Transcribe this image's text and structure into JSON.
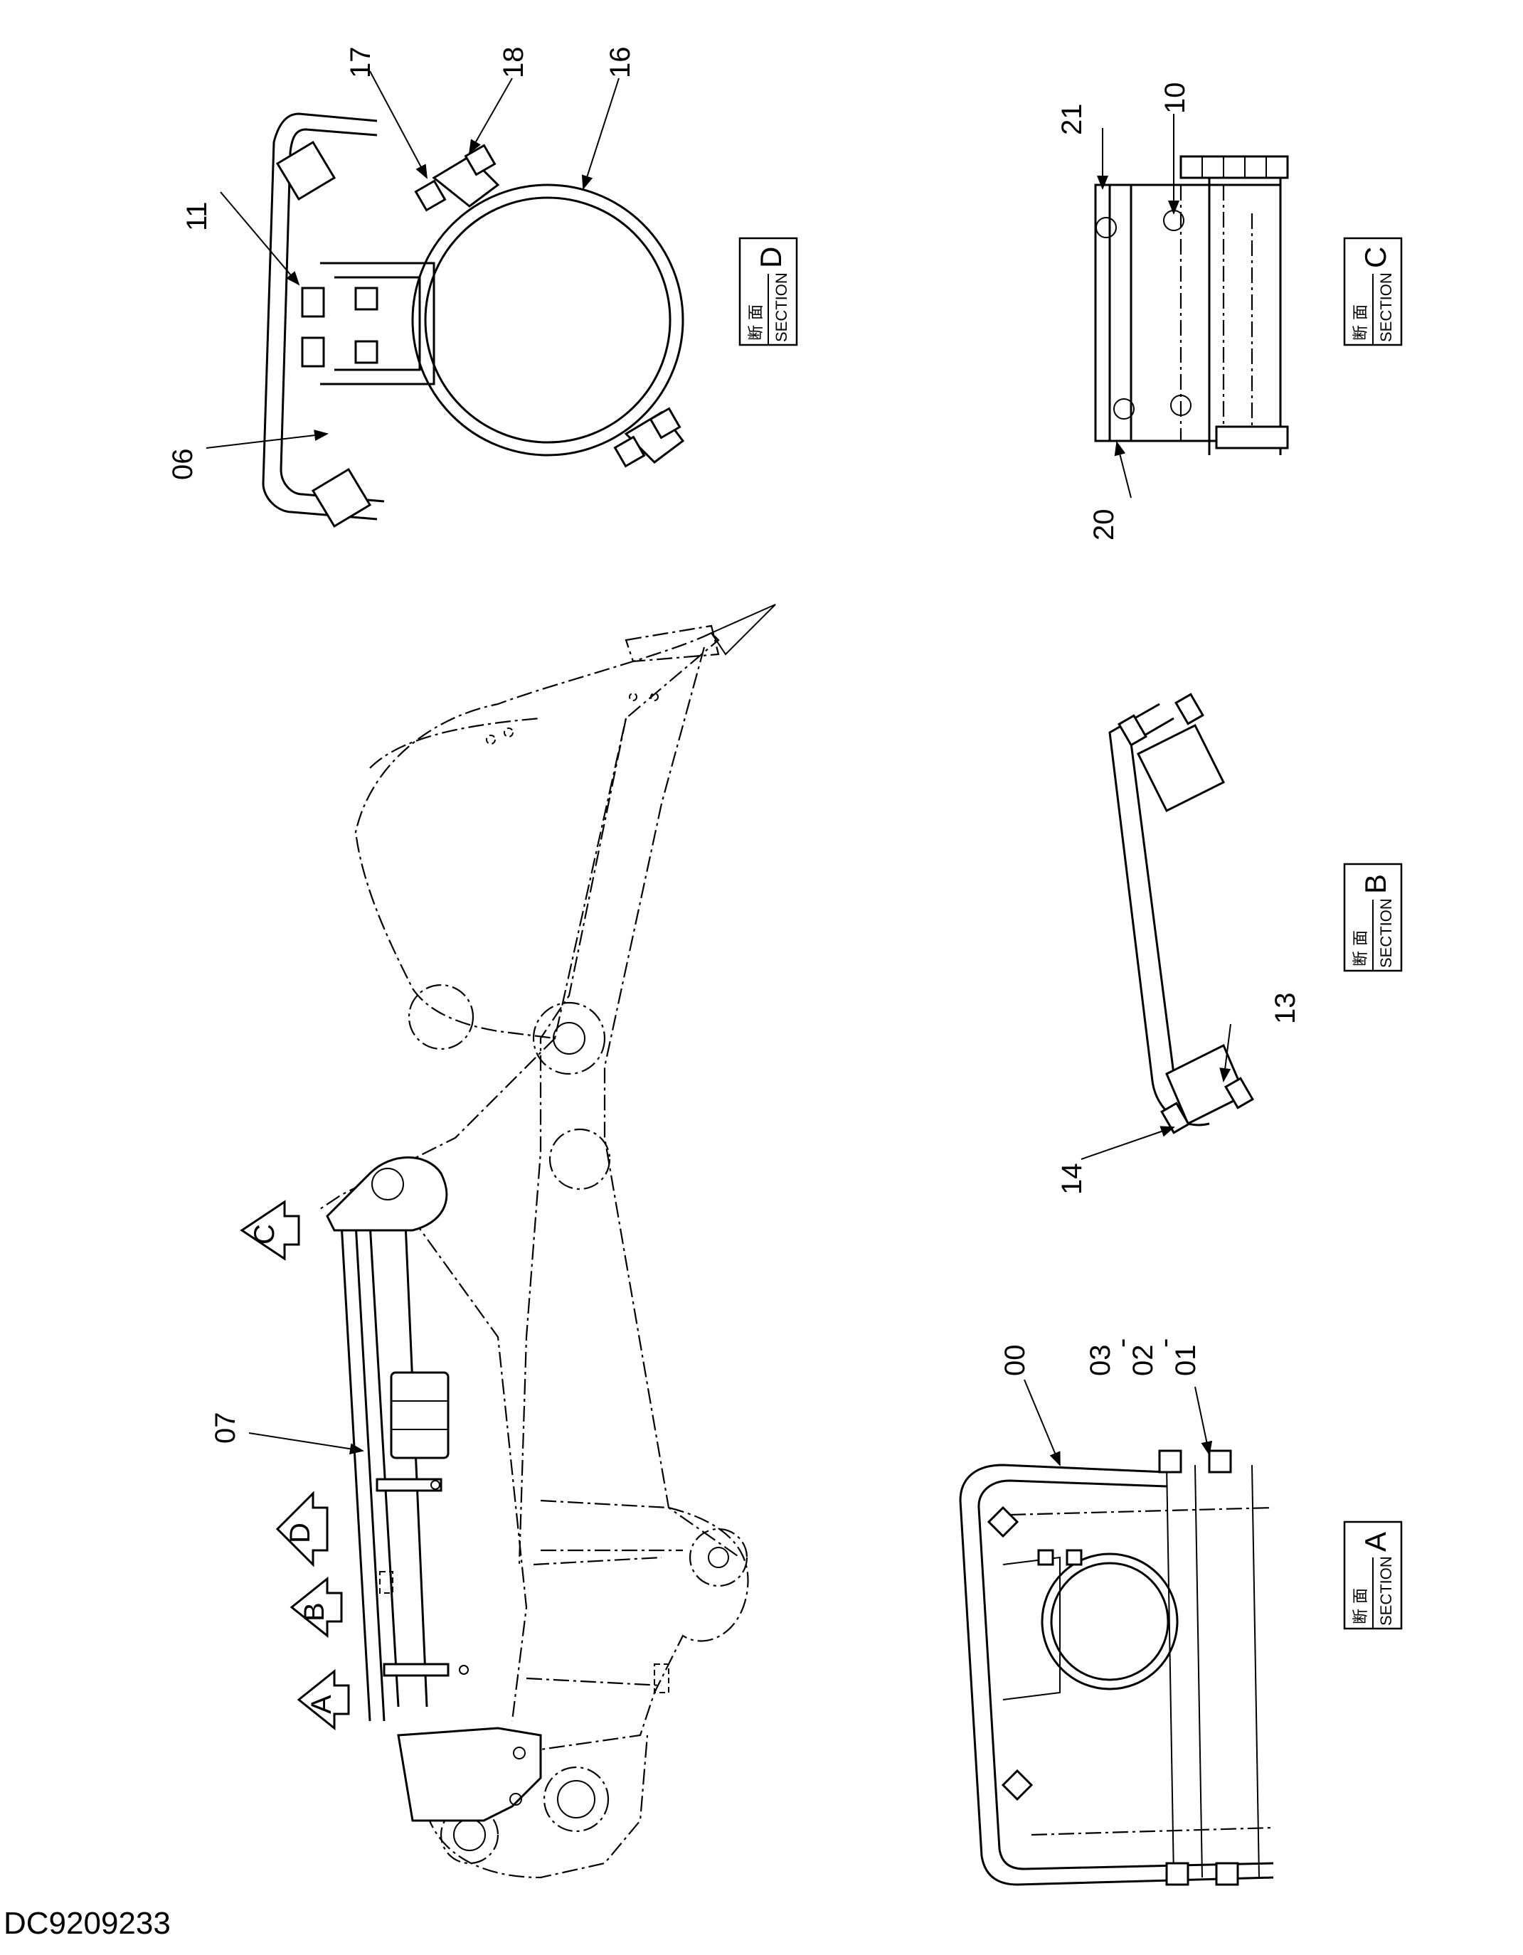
{
  "drawing_number": "DC9209233",
  "sections": [
    {
      "id": "A",
      "kanji": "断 面",
      "word": "SECTION",
      "letter": "A"
    },
    {
      "id": "B",
      "kanji": "断 面",
      "word": "SECTION",
      "letter": "B"
    },
    {
      "id": "C",
      "kanji": "断 面",
      "word": "SECTION",
      "letter": "C"
    },
    {
      "id": "D",
      "kanji": "断 面",
      "word": "SECTION",
      "letter": "D"
    }
  ],
  "view_arrows": [
    "A",
    "B",
    "C",
    "D"
  ],
  "callouts": {
    "p00": "00",
    "p01": "01",
    "p02": "02",
    "p03": "03",
    "p06": "06",
    "p07": "07",
    "p10": "10",
    "p11": "11",
    "p13": "13",
    "p14": "14",
    "p16": "16",
    "p17": "17",
    "p18": "18",
    "p20": "20",
    "p21": "21",
    "dash": "-"
  }
}
